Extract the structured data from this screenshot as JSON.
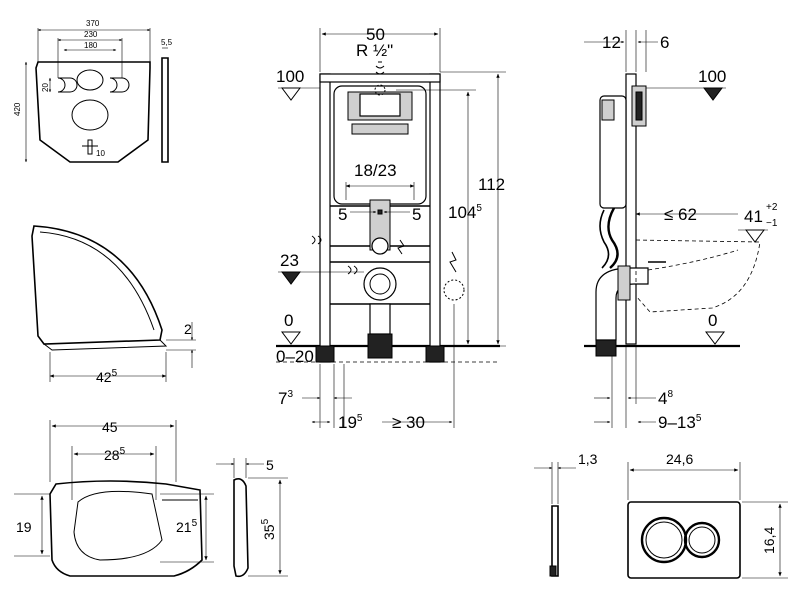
{
  "plate": {
    "width": "370",
    "inner_width": "230",
    "hole_spacing": "180",
    "height": "420",
    "hole_offset": "20",
    "thickness": "5,5",
    "slot_width": "10"
  },
  "lid": {
    "thickness": "2",
    "depth_main": "42",
    "depth_sup": "5"
  },
  "seat": {
    "width": "45",
    "inner_main": "28",
    "inner_sup": "5",
    "depth": "19",
    "inner_depth_main": "21",
    "inner_depth_sup": "5"
  },
  "seat_side": {
    "thickness": "5",
    "height_main": "35",
    "height_sup": "5"
  },
  "frame_front": {
    "width": "50",
    "water_connection": "R ½\"",
    "level_top": "100",
    "height_total": "112",
    "height_mid_main": "104",
    "height_mid_sup": "5",
    "outlet_spacing": "18/23",
    "offset_left": "5",
    "offset_right": "5",
    "level_waste": "23",
    "level_floor": "0",
    "floor_range": "0–20",
    "foot_main": "7",
    "foot_sup": "3",
    "foot2_main": "19",
    "foot2_sup": "5",
    "side_clearance": "≥ 30"
  },
  "frame_side": {
    "depth_a": "12",
    "depth_b": "6",
    "level_top": "100",
    "projection": "≤ 62",
    "bowl_height": "41",
    "tol_plus": "+2",
    "tol_minus": "−1",
    "level_floor": "0",
    "wall_main": "4",
    "wall_sup": "8",
    "wall_range_main": "9–13",
    "wall_range_sup": "5"
  },
  "flush_plate": {
    "thickness": "1,3",
    "width": "24,6",
    "height": "16,4"
  }
}
